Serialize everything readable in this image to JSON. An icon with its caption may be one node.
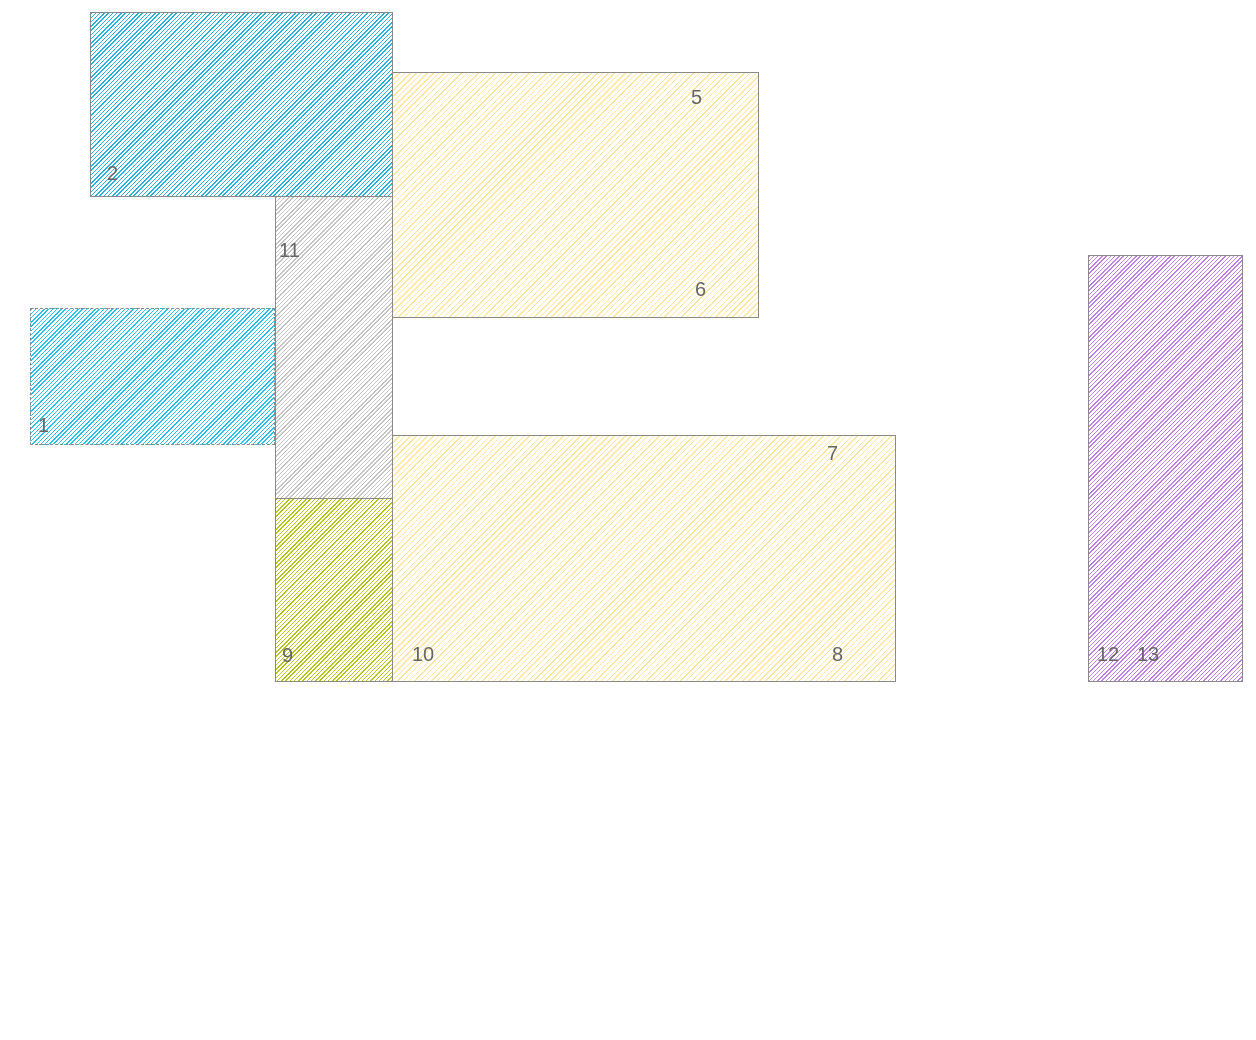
{
  "diagram": {
    "nodes": [
      {
        "text": [
          "2"
        ]
      },
      {
        "text": [
          "5",
          "6"
        ]
      },
      {
        "text": [
          "11"
        ]
      },
      {
        "text": [
          "12",
          "13"
        ]
      },
      {
        "text": [
          "1"
        ]
      },
      {
        "text": [
          "7",
          "10",
          "8"
        ]
      },
      {
        "text": [
          "9"
        ]
      }
    ]
  }
}
